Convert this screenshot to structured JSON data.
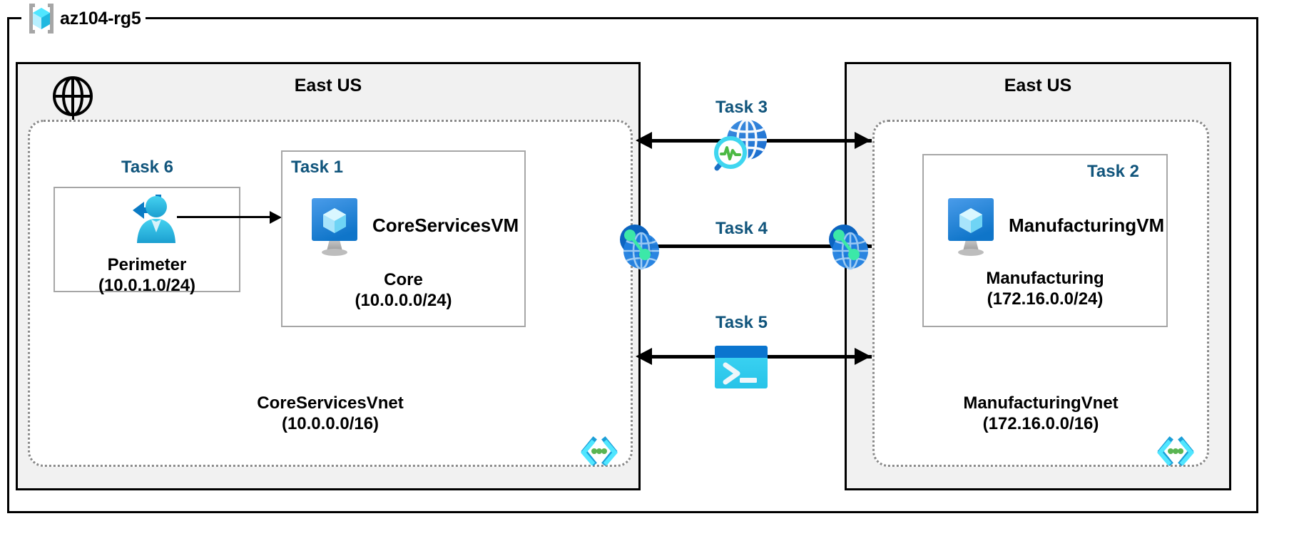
{
  "diagram": {
    "title": "az104-rg5",
    "resource_group_icon": "azure-resource-group-icon"
  },
  "regions": [
    {
      "name": "east-us-left",
      "title": "East US",
      "internet_icon": "globe-icon",
      "vnet": {
        "name": "CoreServicesVnet",
        "cidr": "(10.0.0.0/16)",
        "icon": "vnet-icon",
        "subnets": [
          {
            "key": "perimeter",
            "task": "Task 6",
            "name": "Perimeter",
            "cidr": "(10.0.1.0/24)",
            "icon": "bastion-user-icon"
          },
          {
            "key": "core",
            "task": "Task 1",
            "name": "Core",
            "cidr": "(10.0.0.0/24)",
            "vm_name": "CoreServicesVM",
            "icon": "virtual-machine-icon"
          }
        ]
      }
    },
    {
      "name": "east-us-right",
      "title": "East US",
      "vnet": {
        "name": "ManufacturingVnet",
        "cidr": "(172.16.0.0/16)",
        "icon": "vnet-icon",
        "subnets": [
          {
            "key": "manufacturing",
            "task": "Task 2",
            "name": "Manufacturing",
            "cidr": "(172.16.0.0/24)",
            "vm_name": "ManufacturingVM",
            "icon": "virtual-machine-icon"
          }
        ]
      }
    }
  ],
  "connections": [
    {
      "key": "task3",
      "task": "Task 3",
      "icon": "network-watcher-icon",
      "direction": "bidirectional"
    },
    {
      "key": "task4",
      "task": "Task 4",
      "icon": "vnet-peering-icon",
      "direction": "bidirectional"
    },
    {
      "key": "task5",
      "task": "Task 5",
      "icon": "cloud-shell-icon",
      "direction": "bidirectional"
    }
  ],
  "colors": {
    "task_label": "#11557c",
    "region_fill": "#f1f1f1",
    "vnet_border": "#8a8a8a",
    "subnet_border": "#a6a6a6",
    "azure_blue": "#0078d4",
    "azure_cyan": "#50e6ff",
    "peering_green": "#48e8a0",
    "terminal_cyan": "#32d4f5"
  }
}
